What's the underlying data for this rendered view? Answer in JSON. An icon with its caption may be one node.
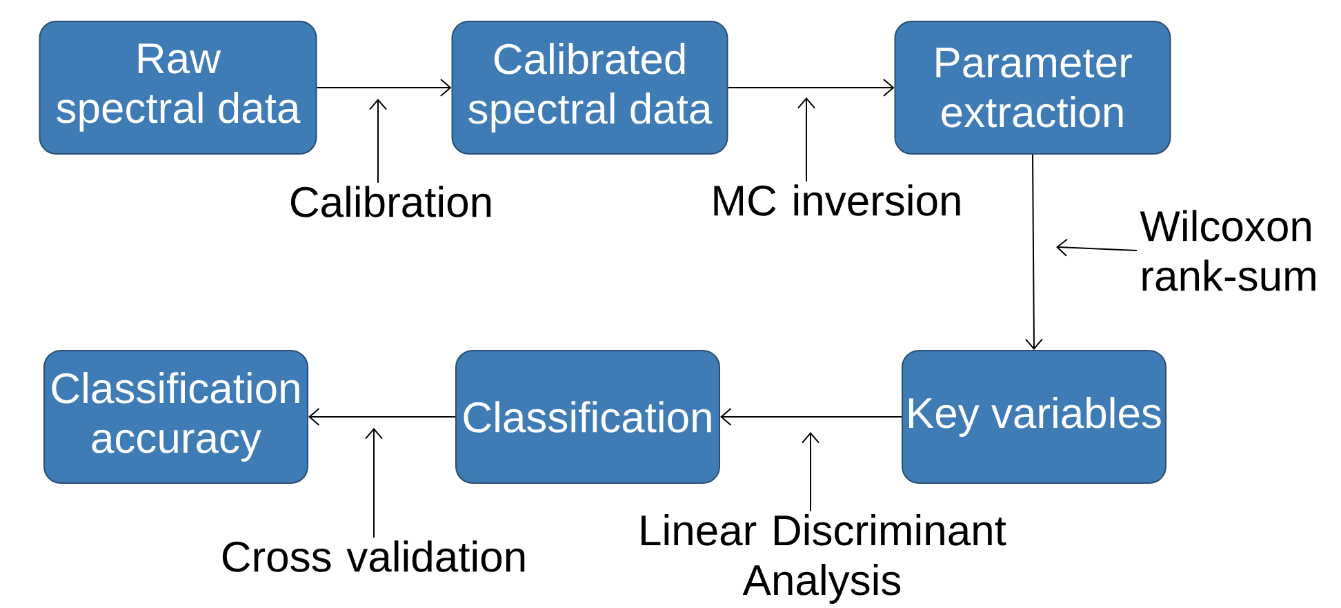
{
  "diagram": {
    "nodes": [
      {
        "text": [
          "Raw spectral data"
        ]
      },
      {
        "text": [
          "Calibrated spectral data"
        ]
      },
      {
        "text": [
          "Parameter extraction"
        ]
      },
      {
        "text": [
          "Key variables"
        ]
      },
      {
        "text": [
          "Classification"
        ]
      },
      {
        "text": [
          "Classification accuracy"
        ]
      },
      {
        "text": [
          "Calibration"
        ]
      },
      {
        "text": [
          "MC inversion"
        ]
      },
      {
        "text": [
          "Wilcoxon rank-sum"
        ]
      },
      {
        "text": [
          "Linear Discriminant Analysis"
        ]
      },
      {
        "text": [
          "Cross validation"
        ]
      }
    ],
    "edges": [
      {
        "from": 0,
        "to": 1,
        "arrow": "to"
      },
      {
        "from": 1,
        "to": 2,
        "arrow": "to"
      },
      {
        "from": 2,
        "to": 3,
        "arrow": "to"
      },
      {
        "from": 3,
        "to": 4,
        "arrow": "to"
      },
      {
        "from": 4,
        "to": 5,
        "arrow": "to"
      },
      {
        "from": 6,
        "to": null,
        "arrow": "to"
      },
      {
        "from": 7,
        "to": null,
        "arrow": "to"
      },
      {
        "from": 8,
        "to": null,
        "arrow": "to"
      },
      {
        "from": 9,
        "to": null,
        "arrow": "to"
      },
      {
        "from": 10,
        "to": null,
        "arrow": "to"
      }
    ]
  }
}
